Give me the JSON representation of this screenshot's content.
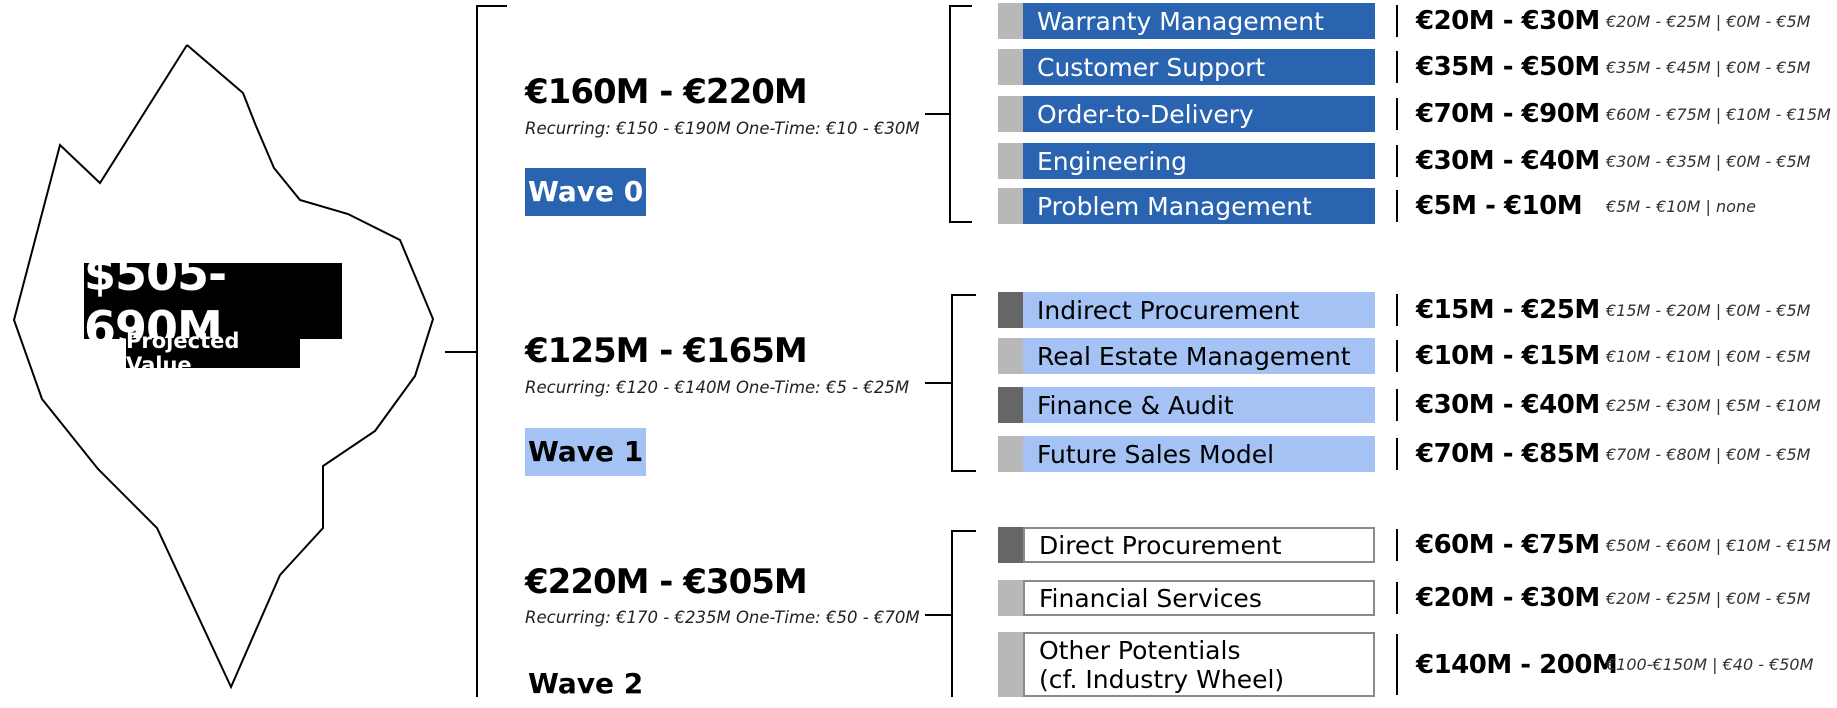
{
  "total": {
    "value": "$505-690M",
    "label": "Projected Value"
  },
  "colors": {
    "wave0": "#2a64b0",
    "wave1": "#a4c2f4",
    "wave2_border": "#8a8a8a",
    "stub_light": "#b8b8b8",
    "stub_dark": "#666666"
  },
  "waves": [
    {
      "range": "€160M - €220M",
      "detail": "Recurring: €150 - €190M One-Time: €10 - €30M",
      "badge": "Wave 0",
      "items": [
        {
          "label": "Warranty Management",
          "total": "€20M - €30M",
          "split": "€20M - €25M | €0M - €5M"
        },
        {
          "label": "Customer Support",
          "total": "€35M - €50M",
          "split": "€35M - €45M | €0M - €5M"
        },
        {
          "label": "Order-to-Delivery",
          "total": "€70M - €90M",
          "split": "€60M - €75M | €10M - €15M"
        },
        {
          "label": "Engineering",
          "total": "€30M - €40M",
          "split": "€30M - €35M | €0M - €5M"
        },
        {
          "label": "Problem Management",
          "total": "€5M - €10M",
          "split": "€5M - €10M | none"
        }
      ]
    },
    {
      "range": "€125M - €165M",
      "detail": "Recurring: €120 - €140M One-Time: €5 - €25M",
      "badge": "Wave 1",
      "items": [
        {
          "label": "Indirect Procurement",
          "total": "€15M - €25M",
          "split": "€15M - €20M | €0M - €5M"
        },
        {
          "label": "Real Estate Management",
          "total": "€10M - €15M",
          "split": "€10M - €10M | €0M - €5M"
        },
        {
          "label": "Finance & Audit",
          "total": "€30M - €40M",
          "split": "€25M - €30M | €5M - €10M"
        },
        {
          "label": "Future Sales Model",
          "total": "€70M - €85M",
          "split": "€70M - €80M | €0M - €5M"
        }
      ]
    },
    {
      "range": "€220M - €305M",
      "detail": "Recurring: €170 - €235M One-Time: €50 - €70M",
      "badge": "Wave 2",
      "items": [
        {
          "label": "Direct Procurement",
          "total": "€60M - €75M",
          "split": "€50M - €60M | €10M - €15M"
        },
        {
          "label": "Financial Services",
          "total": "€20M - €30M",
          "split": "€20M - €25M | €0M - €5M"
        },
        {
          "label": "Other Potentials\n(cf. Industry Wheel)",
          "total": "€140M - 200M",
          "split": "€100-€150M | €40 - €50M"
        }
      ]
    }
  ]
}
